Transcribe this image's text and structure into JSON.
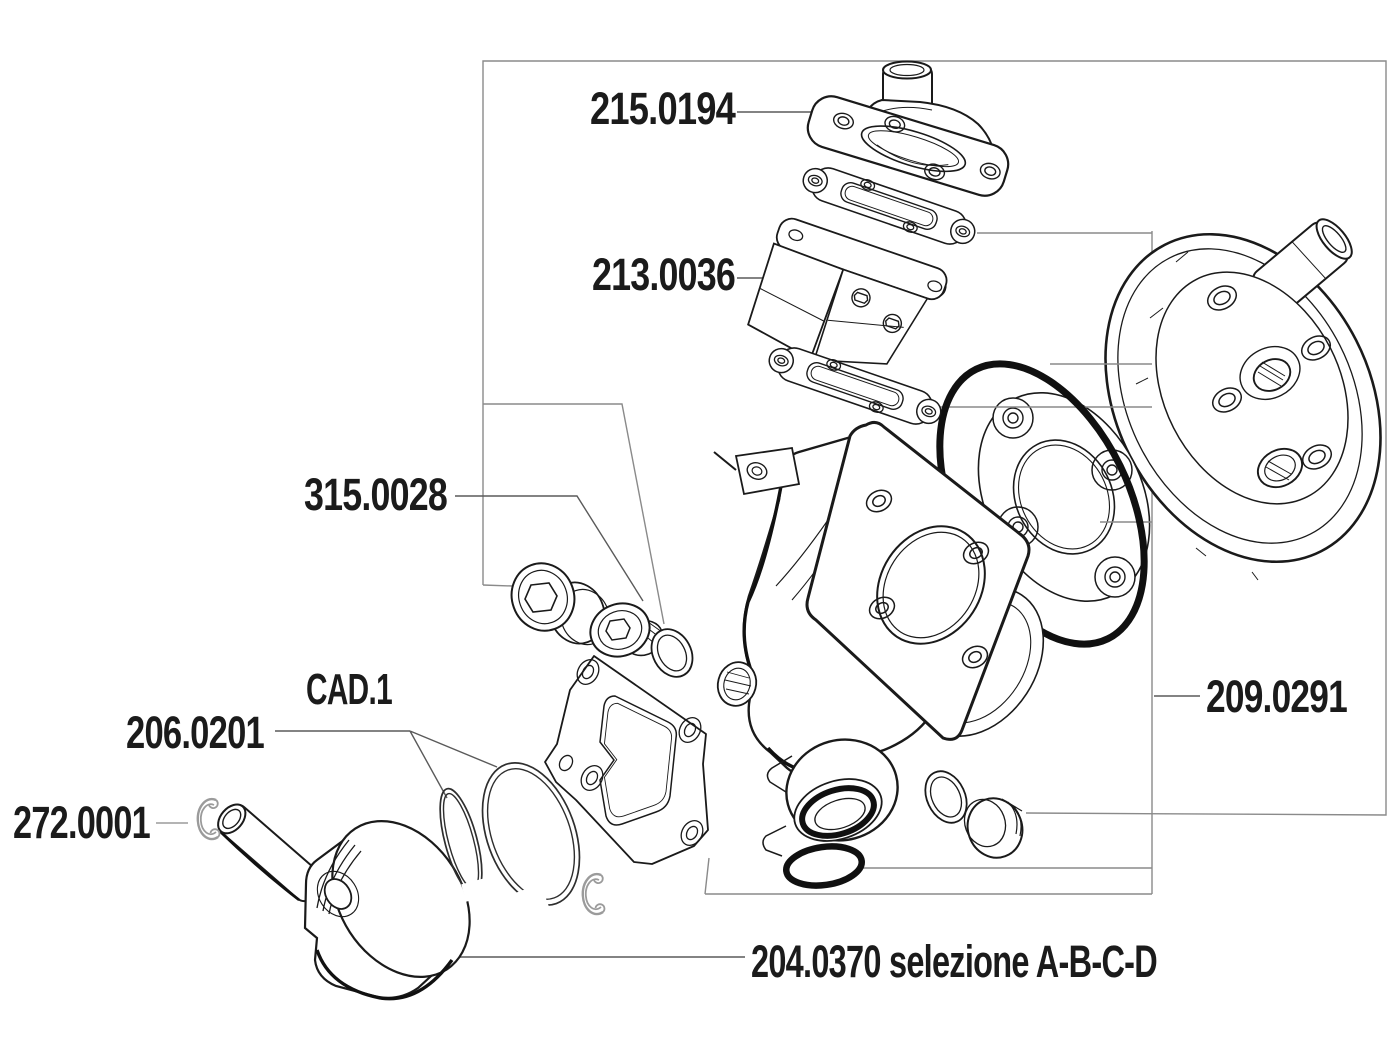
{
  "figure": {
    "type": "exploded-parts-diagram",
    "subject": "two-stroke engine cylinder kit",
    "style": "black line art on white, catalog callout boxes"
  },
  "colors": {
    "line": "#1a1a1a",
    "accent_black": "#101010",
    "thin_callout": "#8a8a8a",
    "leader": "#5a5a5a",
    "gray_part": "#9b9b9b",
    "text": "#1b1b1b",
    "background": "#ffffff"
  },
  "labels": {
    "intake_manifold": "215.0194",
    "reed_valve": "213.0036",
    "screw_set": "315.0028",
    "piston_ring_set": "206.0201",
    "ring_size": "CAD.1",
    "circlip": "272.0001",
    "gasket_set": "209.0291",
    "piston_selection": "204.0370 selezione A-B-C-D"
  }
}
